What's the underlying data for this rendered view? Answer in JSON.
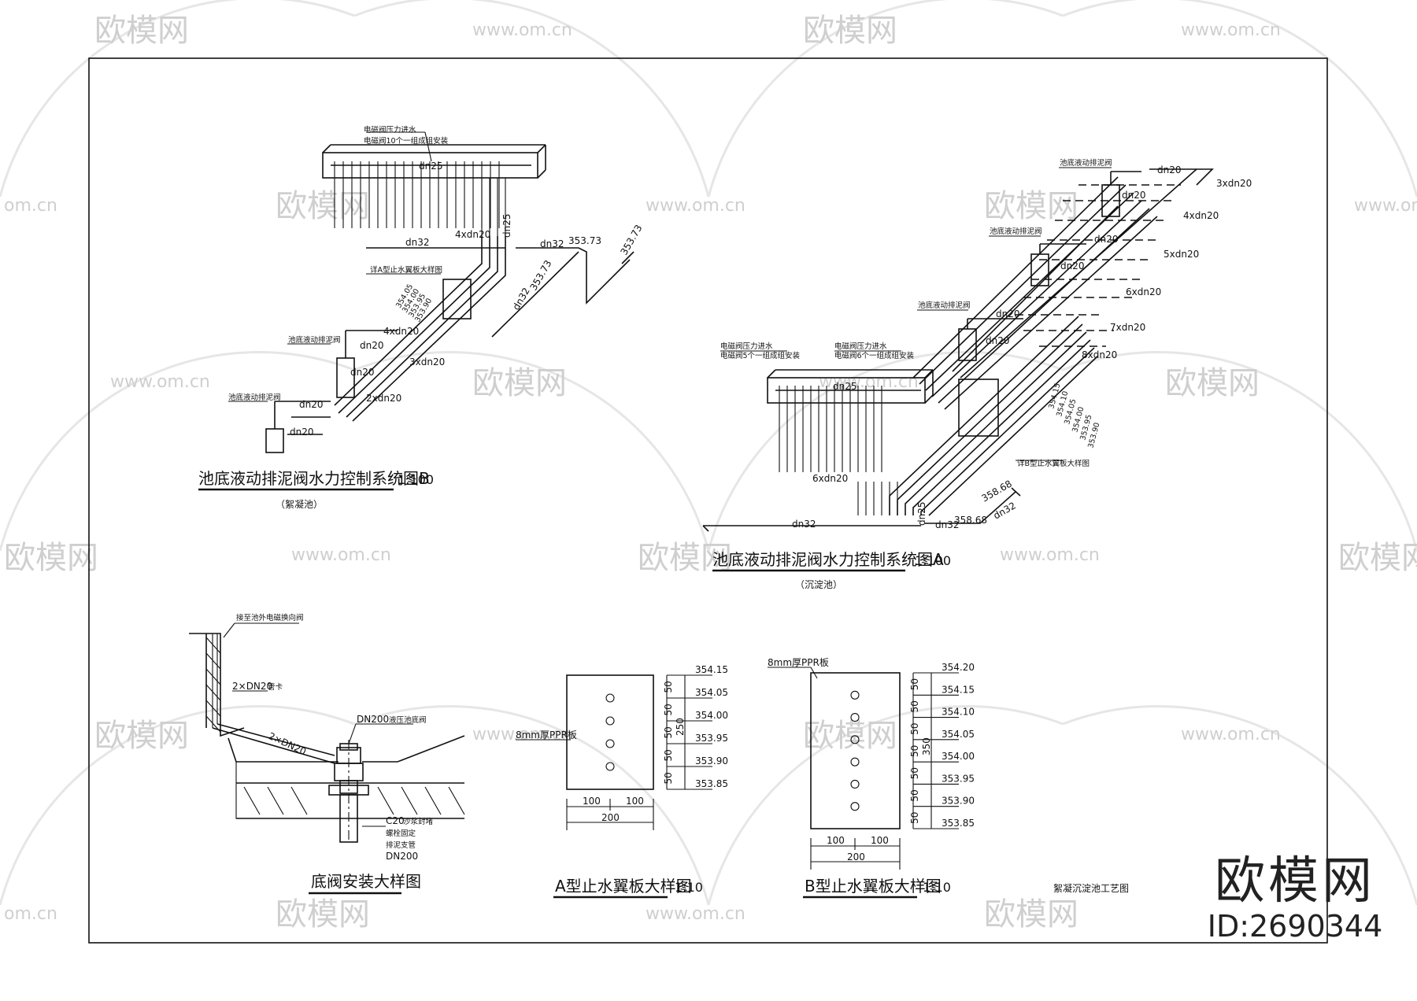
{
  "watermark": {
    "logo": "欧模网",
    "url": "www.om.cn",
    "url_short": "om.cn"
  },
  "brand": {
    "logo": "欧模网",
    "id": "ID:2690344"
  },
  "diagram_b": {
    "title": "池底液动排泥阀水力控制系统图B",
    "scale": "1:100",
    "subtitle": "（絮凝池）",
    "header_note_1": "电磁阀压力进水",
    "header_note_2": "电磁阀10个一组成组安装",
    "detail_ref": "详A型止水翼板大样图",
    "valve_label": "池底液动排泥阀",
    "pipe_dn25_a": "dn25",
    "pipe_dn25_b": "dn25",
    "pipe_dn32_a": "dn32",
    "pipe_dn32_b": "dn32",
    "pipe_dn32_c": "dn32",
    "pipe_4xdn20_a": "4xdn20",
    "pipe_4xdn20_b": "4xdn20",
    "pipe_3xdn20": "3xdn20",
    "pipe_2xdn20": "2xdn20",
    "dn20": "dn20",
    "elev_1": "353.73",
    "elev_2": "353.73",
    "elev_3": "353.73",
    "elev_stack": [
      "354.05",
      "354.00",
      "353.95",
      "353.90"
    ]
  },
  "diagram_a": {
    "title": "池底液动排泥阀水力控制系统图A",
    "scale": "1:100",
    "subtitle": "（沉淀池）",
    "header_note_1": "电磁阀压力进水",
    "header_note_2": "电磁阀5个一组成组安装",
    "header_note_3": "电磁阀压力进水",
    "header_note_4": "电磁阀6个一组成组安装",
    "detail_ref": "详B型止水翼板大样图",
    "valve_label": "池底液动排泥阀",
    "pipe_dn25_a": "dn25",
    "pipe_dn25_b": "dn25",
    "pipe_dn32_a": "dn32",
    "pipe_dn32_b": "dn32",
    "pipe_dn32_c": "dn32",
    "pipe_6xdn20_a": "6xdn20",
    "pipe_3xdn20": "3xdn20",
    "pipe_4xdn20": "4xdn20",
    "pipe_5xdn20": "5xdn20",
    "pipe_6xdn20_b": "6xdn20",
    "pipe_7xdn20": "7xdn20",
    "pipe_8xdn20": "8xdn20",
    "dn20": "dn20",
    "elev_1": "358.68",
    "elev_2": "358.68",
    "elev_stack": [
      "354.15",
      "354.10",
      "354.05",
      "354.00",
      "353.95",
      "353.90"
    ]
  },
  "detail_valve": {
    "title": "底阀安装大样图",
    "note_top": "接至池外电磁换向阀",
    "pipe_1": "2×DN20",
    "pipe_1_tag": "管卡",
    "pipe_2": "2×DN20",
    "valve": "DN200",
    "valve_tag": "液压池底阀",
    "concrete": "C20",
    "concrete_tag": "沙浆封堵",
    "tag_a": "螺栓固定",
    "tag_b": "排泥支管",
    "bottom": "DN200"
  },
  "detail_a": {
    "title": "A型止水翼板大样图",
    "scale": "1:10",
    "plate": "8mm厚PPR板",
    "elevations": [
      "354.15",
      "354.05",
      "354.00",
      "353.95",
      "353.90",
      "353.85"
    ],
    "spacing": "50",
    "total": "250",
    "dim_half": "100",
    "dim_full": "200"
  },
  "detail_b": {
    "title": "B型止水翼板大样图",
    "scale": "1:10",
    "plate": "8mm厚PPR板",
    "elevations": [
      "354.20",
      "354.15",
      "354.10",
      "354.05",
      "354.00",
      "353.95",
      "353.90",
      "353.85"
    ],
    "spacing": "50",
    "total": "350",
    "dim_half": "100",
    "dim_full": "200"
  },
  "footer_note": "絮凝沉淀池工艺图"
}
